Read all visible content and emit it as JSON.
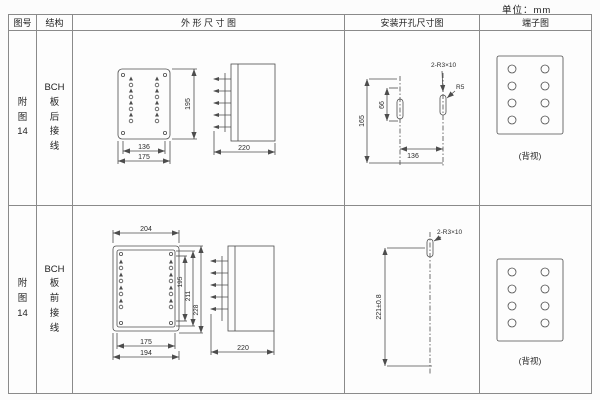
{
  "page": {
    "unit_label": "单位：mm"
  },
  "table": {
    "headers": {
      "fig_no": "图号",
      "structure": "结构",
      "outline": "外 形 尺 寸 图",
      "mounting": "安装开孔尺寸图",
      "terminal": "端子图"
    },
    "rows": [
      {
        "fig_no": "附\n图\n14",
        "structure": "BCH\n板\n后\n接\n线",
        "outline": {
          "h": "195",
          "w1": "136",
          "w2": "175",
          "depth": "220"
        },
        "mounting": {
          "slot": "2-R3×10",
          "r": "R5",
          "h": "165",
          "h2": "66",
          "w": "136"
        },
        "terminal_caption": "(背视)"
      },
      {
        "fig_no": "附\n图\n14",
        "structure": "BCH\n板\n前\n接\n线",
        "outline": {
          "top": "204",
          "h1": "195",
          "h2": "211",
          "h3": "228",
          "w1": "175",
          "w2": "194",
          "depth": "220"
        },
        "mounting": {
          "slot": "2-R3×10",
          "h": "221±0.8"
        },
        "terminal_caption": "(背视)"
      }
    ]
  }
}
